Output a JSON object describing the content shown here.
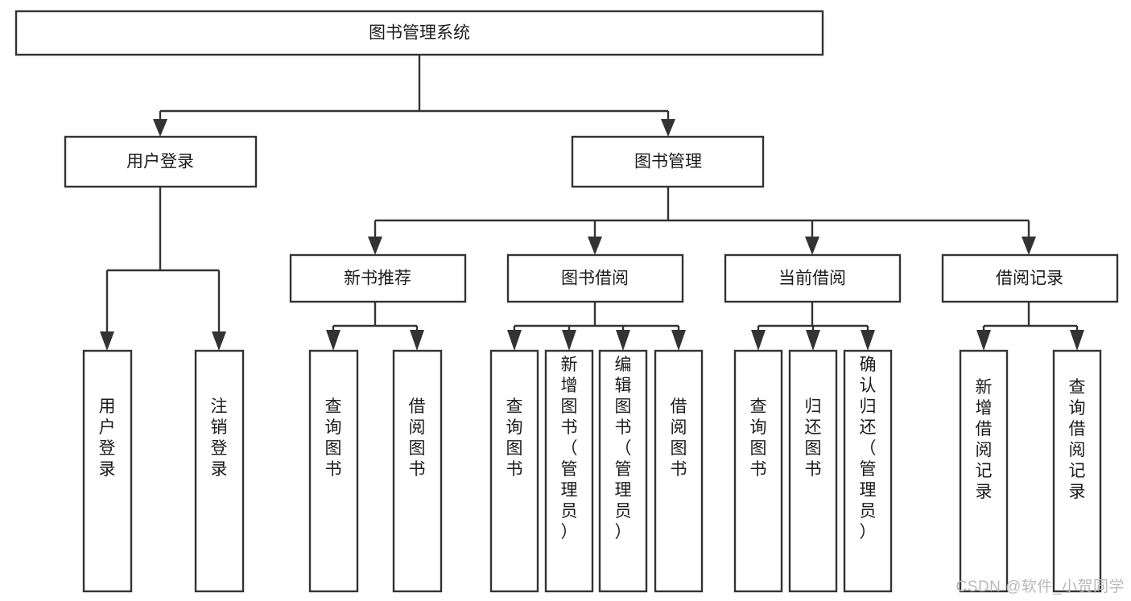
{
  "diagram": {
    "type": "tree-hierarchy-chart",
    "title": "图书管理系统",
    "root": {
      "id": "root",
      "label": "图书管理系统",
      "orientation": "horizontal"
    },
    "level2": [
      {
        "id": "user-login",
        "label": "用户登录",
        "orientation": "horizontal"
      },
      {
        "id": "book-manage",
        "label": "图书管理",
        "orientation": "horizontal"
      }
    ],
    "level3": [
      {
        "id": "new-book-recommend",
        "label": "新书推荐",
        "orientation": "horizontal",
        "parent": "book-manage"
      },
      {
        "id": "book-borrow",
        "label": "图书借阅",
        "orientation": "horizontal",
        "parent": "book-manage"
      },
      {
        "id": "current-borrow",
        "label": "当前借阅",
        "orientation": "horizontal",
        "parent": "book-manage"
      },
      {
        "id": "borrow-record",
        "label": "借阅记录",
        "orientation": "horizontal",
        "parent": "book-manage"
      }
    ],
    "leaves": {
      "user-login": [
        {
          "id": "leaf-user-login",
          "label": "用户登录",
          "orientation": "vertical"
        },
        {
          "id": "leaf-user-logout",
          "label": "注销登录",
          "orientation": "vertical"
        }
      ],
      "new-book-recommend": [
        {
          "id": "leaf-query-book-1",
          "label": "查询图书",
          "orientation": "vertical"
        },
        {
          "id": "leaf-borrow-book-1",
          "label": "借阅图书",
          "orientation": "vertical"
        }
      ],
      "book-borrow": [
        {
          "id": "leaf-query-book-2",
          "label": "查询图书",
          "orientation": "vertical"
        },
        {
          "id": "leaf-add-book",
          "label": "新增图书（管理员）",
          "orientation": "vertical"
        },
        {
          "id": "leaf-edit-book",
          "label": "编辑图书（管理员）",
          "orientation": "vertical"
        },
        {
          "id": "leaf-borrow-book-2",
          "label": "借阅图书",
          "orientation": "vertical"
        }
      ],
      "current-borrow": [
        {
          "id": "leaf-query-book-3",
          "label": "查询图书",
          "orientation": "vertical"
        },
        {
          "id": "leaf-return-book",
          "label": "归还图书",
          "orientation": "vertical"
        },
        {
          "id": "leaf-confirm-return",
          "label": "确认归还（管理员）",
          "orientation": "vertical"
        }
      ],
      "borrow-record": [
        {
          "id": "leaf-add-record",
          "label": "新增借阅记录",
          "orientation": "vertical"
        },
        {
          "id": "leaf-query-record",
          "label": "查询借阅记录",
          "orientation": "vertical"
        }
      ]
    },
    "colors": {
      "box_stroke": "#333333",
      "box_fill": "#ffffff",
      "text": "#1b1b1b",
      "connector": "#333333",
      "background": "#ffffff",
      "watermark": "#b9b9b9"
    }
  },
  "watermark": {
    "text": "CSDN @软件_小贺同学"
  }
}
